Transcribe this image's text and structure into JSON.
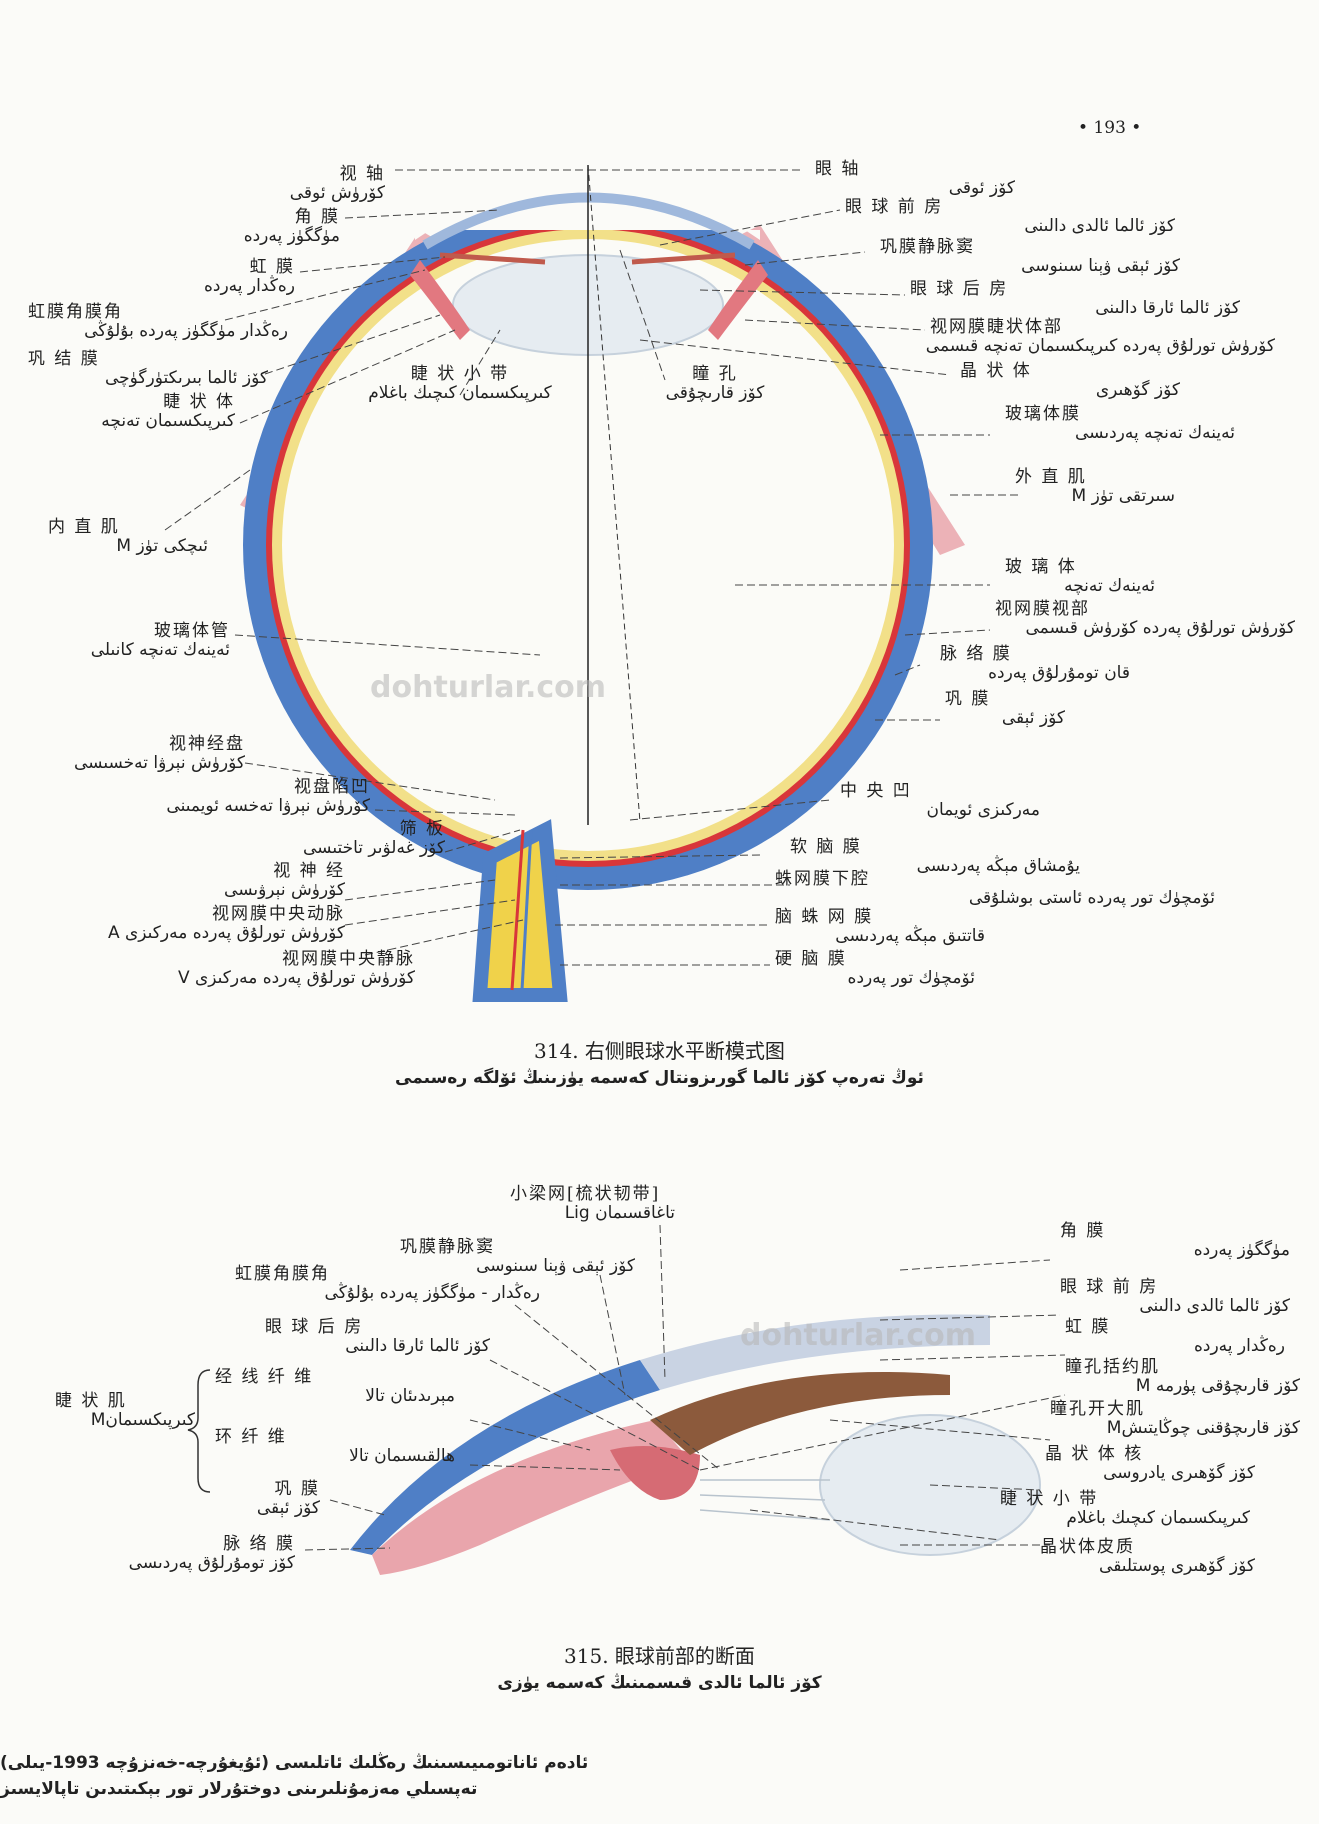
{
  "page_number": "• 193 •",
  "watermark": "dohturlar.com",
  "figure1": {
    "caption_zh": "314. 右侧眼球水平断模式图",
    "caption_ug": "ئوڭ تەرەپ كۆز ئالما گورىزونتال كەسمە يۈزىنىڭ ئۆلگە رەسىمى",
    "labels_left": [
      {
        "zh": "视   轴",
        "ug": "كۆرۈش ئوقى"
      },
      {
        "zh": "角   膜",
        "ug": "مۈگگۈز پەردە"
      },
      {
        "zh": "虹   膜",
        "ug": "رەڭدار پەردە"
      },
      {
        "zh": "虹膜角膜角",
        "ug": "رەڭدار مۈگگۈز پەردە بۇلۇڭى"
      },
      {
        "zh": "巩 结 膜",
        "ug": "كۆز ئالما بىرىكتۈرگۈچى"
      },
      {
        "zh": "睫 状 体",
        "ug": "كىرپىكسىمان تەنچە"
      },
      {
        "zh": "内  直  肌",
        "ug": "ئىچكى تۈز M"
      },
      {
        "zh": "玻璃体管",
        "ug": "ئەينەك تەنچە كانىلى"
      },
      {
        "zh": "视神经盘",
        "ug": "كۆرۈش نېرۋا تەخسىسى"
      },
      {
        "zh": "视盘陷凹",
        "ug": "كۆرۈش نېرۋا تەخسە ئويمىنى"
      },
      {
        "zh": "筛  板",
        "ug": "كۆز غەلۋىر تاختىسى"
      },
      {
        "zh": "视 神 经",
        "ug": "كۆرۈش نېرۋىسى"
      },
      {
        "zh": "视网膜中央动脉",
        "ug": "كۆرۈش تورلۇق پەردە مەركىزى A"
      },
      {
        "zh": "视网膜中央静脉",
        "ug": "كۆرۈش تورلۇق پەردە مەركىزى V"
      }
    ],
    "labels_center": [
      {
        "zh": "睫 状 小 带",
        "ug": "كىرپىكسىمان كىچىك باغلام"
      },
      {
        "zh": "瞳   孔",
        "ug": "كۆز قارىچۇقى"
      }
    ],
    "labels_right": [
      {
        "zh": "眼   轴",
        "ug": "كۆز ئوقى"
      },
      {
        "zh": "眼 球 前 房",
        "ug": "كۆز ئالما ئالدى دالىنى"
      },
      {
        "zh": "巩膜静脉窦",
        "ug": "كۆز ئېقى ۋېنا سىنوسى"
      },
      {
        "zh": "眼 球 后 房",
        "ug": "كۆز ئالما ئارقا دالىنى"
      },
      {
        "zh": "视网膜睫状体部",
        "ug": "كۆرۈش تورلۇق پەردە كىرپىكسىمان تەنچە قىسمى"
      },
      {
        "zh": "晶 状 体",
        "ug": "كۆز گۆھىرى"
      },
      {
        "zh": "玻璃体膜",
        "ug": "ئەينەك تەنچە پەردىسى"
      },
      {
        "zh": "外  直  肌",
        "ug": "سىرتقى تۈز M"
      },
      {
        "zh": "玻 璃 体",
        "ug": "ئەينەك تەنچە"
      },
      {
        "zh": "视网膜视部",
        "ug": "كۆرۈش تورلۇق پەردە كۆرۈش قىسمى"
      },
      {
        "zh": "脉 络 膜",
        "ug": "قان تومۇرلۇق پەردە"
      },
      {
        "zh": "巩   膜",
        "ug": "كۆز ئېقى"
      },
      {
        "zh": "中 央 凹",
        "ug": "مەركىزى ئويمان"
      },
      {
        "zh": "软 脑 膜",
        "ug": "يۇمشاق مېڭە پەردىسى"
      },
      {
        "zh": "蛛网膜下腔",
        "ug": "ئۆمچۈك تور پەردە ئاستى بوشلۇقى"
      },
      {
        "zh": "脑 蛛 网 膜",
        "ug": "قاتتىق مېڭە پەردىسى"
      },
      {
        "zh": "硬 脑 膜",
        "ug": "ئۆمچۈك تور پەردە"
      }
    ]
  },
  "figure2": {
    "caption_zh": "315. 眼球前部的断面",
    "caption_ug": "كۆز ئالما ئالدى قىسمىنىڭ كەسمە يۈزى",
    "labels_left": [
      {
        "zh": "小梁网[梳状韧带]",
        "ug": "تاغاقسىمان Lig"
      },
      {
        "zh": "巩膜静脉窦",
        "ug": "كۆز ئېقى ۋېنا سىنوسى"
      },
      {
        "zh": "虹膜角膜角",
        "ug": "رەڭدار - مۈگگۈز پەردە بۇلۇڭى"
      },
      {
        "zh": "眼 球 后 房",
        "ug": "كۆز ئالما ئارقا دالىنى"
      },
      {
        "zh": "睫 状 肌",
        "ug": "كىرپىكسىمانM"
      },
      {
        "zh": "经 线 纤 维",
        "ug": "مېرىدىئان تالا"
      },
      {
        "zh": "环  纤  维",
        "ug": "ھالقىسىمان تالا"
      },
      {
        "zh": "巩   膜",
        "ug": "كۆز ئېقى"
      },
      {
        "zh": "脉 络 膜",
        "ug": "كۆز تومۇرلۇق پەردىسى"
      }
    ],
    "labels_right": [
      {
        "zh": "角   膜",
        "ug": "مۈگگۈز پەردە"
      },
      {
        "zh": "眼 球 前 房",
        "ug": "كۆز ئالما ئالدى دالىنى"
      },
      {
        "zh": "虹   膜",
        "ug": "رەڭدار پەردە"
      },
      {
        "zh": "瞳孔括约肌",
        "ug": "كۆز قارىچۇقى پۈرمە M"
      },
      {
        "zh": "瞳孔开大肌",
        "ug": "كۆز قارىچۇقنى چوڭايتىشM"
      },
      {
        "zh": "晶 状 体 核",
        "ug": "كۆز گۆھىرى يادروسى"
      },
      {
        "zh": "睫 状 小 带",
        "ug": "كىرپىكسىمان كىچىك باغلام"
      },
      {
        "zh": "晶状体皮质",
        "ug": "كۆز گۆھىرى پوستلىقى"
      }
    ]
  },
  "footer": {
    "line1": "ئادەم ئاناتومىيىسىنىڭ رەڭلىك ئاتلىسى (ئۇيغۇرچە-خەنزۇچە 1993-يىلى)",
    "line2": "تەپسىلي مەزمۇنلىرىنى دوختۇرلار تور بېكىتىدىن تاپالايسىز"
  },
  "colors": {
    "sclera": "#4f7fc6",
    "choroid": "#d8363a",
    "retina": "#f2e089",
    "lens": "#e6ecf1",
    "muscle": "#e89aa2",
    "nerve": "#f0d24a"
  }
}
